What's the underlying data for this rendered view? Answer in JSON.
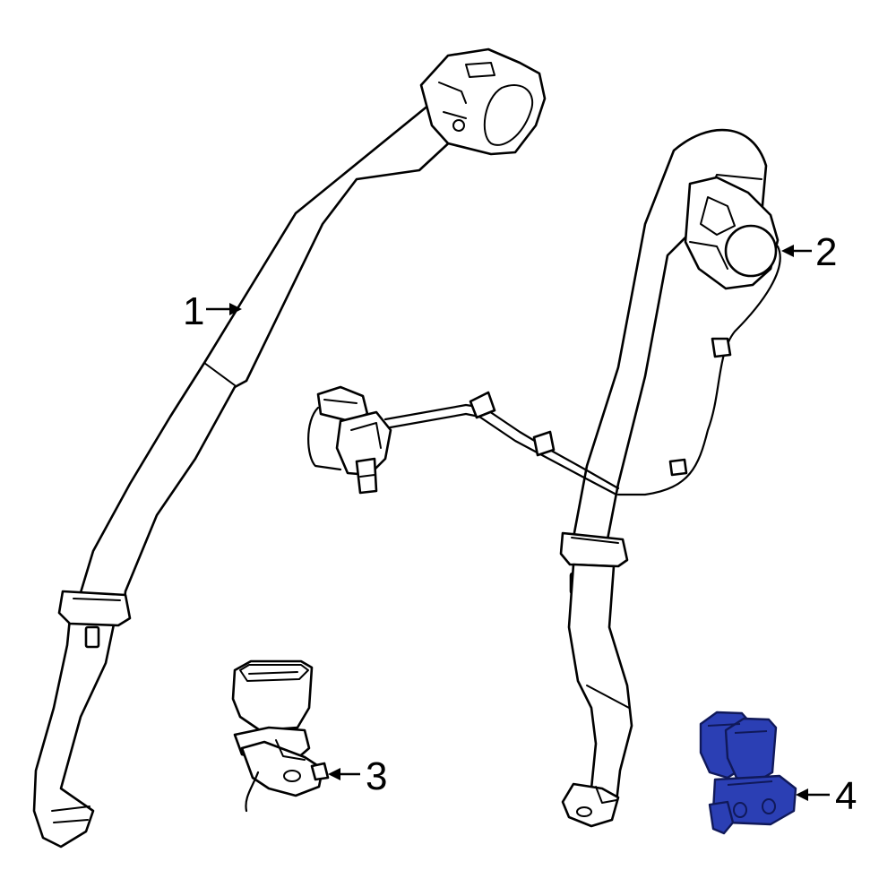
{
  "diagram": {
    "highlight_color": "#2b3fb4",
    "line_color": "#000000",
    "background": "#ffffff",
    "callouts": [
      {
        "id": "1",
        "label": "1"
      },
      {
        "id": "2",
        "label": "2"
      },
      {
        "id": "3",
        "label": "3"
      },
      {
        "id": "4",
        "label": "4"
      }
    ],
    "highlighted_part": "4"
  }
}
